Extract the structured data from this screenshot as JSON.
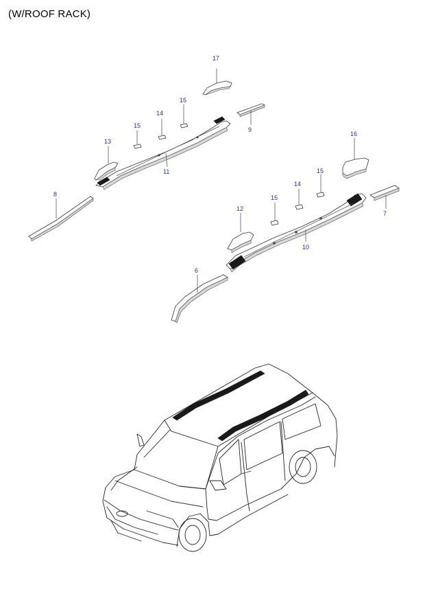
{
  "title": "(W/ROOF RACK)",
  "colors": {
    "callout": "#2a2aa8",
    "line": "#333333",
    "background": "#ffffff"
  },
  "callouts": [
    {
      "id": "6",
      "text": "6"
    },
    {
      "id": "7",
      "text": "7"
    },
    {
      "id": "8",
      "text": "8"
    },
    {
      "id": "9",
      "text": "9"
    },
    {
      "id": "10",
      "text": "10"
    },
    {
      "id": "11",
      "text": "11"
    },
    {
      "id": "12",
      "text": "12"
    },
    {
      "id": "13",
      "text": "13"
    },
    {
      "id": "14a",
      "text": "14"
    },
    {
      "id": "14b",
      "text": "14"
    },
    {
      "id": "15a",
      "text": "15"
    },
    {
      "id": "15b",
      "text": "15"
    },
    {
      "id": "15c",
      "text": "15"
    },
    {
      "id": "15d",
      "text": "15"
    },
    {
      "id": "16",
      "text": "16"
    },
    {
      "id": "17",
      "text": "17"
    }
  ]
}
